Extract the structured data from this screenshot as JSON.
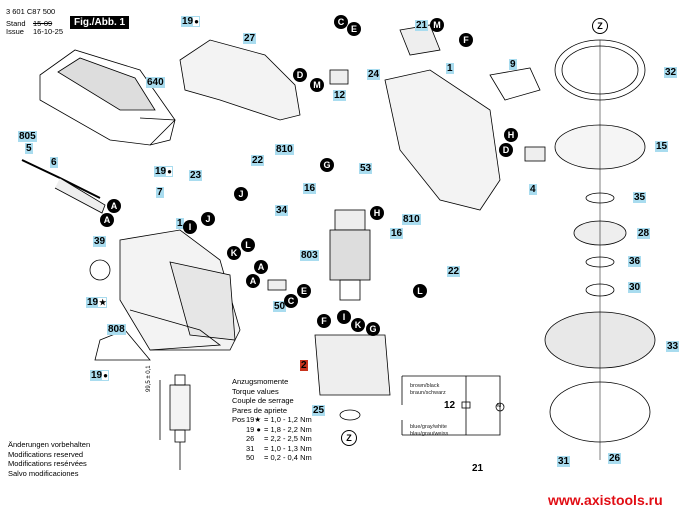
{
  "header": {
    "part_number": "3 601 C87 500",
    "stand_label": "Stand",
    "issue_label": "Issue",
    "stand_date_struck": "15-09",
    "issue_date": "16-10-25",
    "figure_label": "Fig./Abb. 1"
  },
  "part_labels": [
    {
      "id": "640",
      "text": "640"
    },
    {
      "id": "805",
      "text": "805"
    },
    {
      "id": "5",
      "text": "5"
    },
    {
      "id": "6",
      "text": "6"
    },
    {
      "id": "19-top",
      "text": "19",
      "marker": "●"
    },
    {
      "id": "27",
      "text": "27"
    },
    {
      "id": "19-mid",
      "text": "19",
      "marker": "●"
    },
    {
      "id": "7",
      "text": "7"
    },
    {
      "id": "23",
      "text": "23"
    },
    {
      "id": "810-left",
      "text": "810"
    },
    {
      "id": "22-left",
      "text": "22"
    },
    {
      "id": "16-left",
      "text": "16"
    },
    {
      "id": "34",
      "text": "34"
    },
    {
      "id": "1-left",
      "text": "1"
    },
    {
      "id": "39",
      "text": "39"
    },
    {
      "id": "19-star",
      "text": "19",
      "marker": "★"
    },
    {
      "id": "808",
      "text": "808"
    },
    {
      "id": "19-bottom",
      "text": "19",
      "marker": "●"
    },
    {
      "id": "12-top",
      "text": "12"
    },
    {
      "id": "24",
      "text": "24"
    },
    {
      "id": "21-top",
      "text": "21"
    },
    {
      "id": "1-right",
      "text": "1"
    },
    {
      "id": "9",
      "text": "9"
    },
    {
      "id": "53",
      "text": "53"
    },
    {
      "id": "803",
      "text": "803"
    },
    {
      "id": "810-right",
      "text": "810"
    },
    {
      "id": "16-right",
      "text": "16"
    },
    {
      "id": "22-right",
      "text": "22"
    },
    {
      "id": "50",
      "text": "50"
    },
    {
      "id": "2",
      "text": "2",
      "highlight": "red"
    },
    {
      "id": "25",
      "text": "25"
    },
    {
      "id": "4",
      "text": "4"
    },
    {
      "id": "32",
      "text": "32"
    },
    {
      "id": "15",
      "text": "15"
    },
    {
      "id": "35",
      "text": "35"
    },
    {
      "id": "28",
      "text": "28"
    },
    {
      "id": "36",
      "text": "36"
    },
    {
      "id": "30",
      "text": "30"
    },
    {
      "id": "33",
      "text": "33"
    },
    {
      "id": "31",
      "text": "31"
    },
    {
      "id": "26",
      "text": "26"
    }
  ],
  "connector_letters": [
    "A",
    "A",
    "A",
    "A",
    "C",
    "C",
    "D",
    "D",
    "E",
    "E",
    "F",
    "F",
    "G",
    "G",
    "H",
    "H",
    "I",
    "I",
    "J",
    "J",
    "K",
    "K",
    "L",
    "L",
    "M",
    "M"
  ],
  "reference_marks": [
    "Z",
    "Z"
  ],
  "torque_table": {
    "titles": [
      "Anzugsmomente",
      "Torque values",
      "Couple de serrage",
      "Pares de apriete"
    ],
    "pos_label": "Pos",
    "rows": [
      {
        "pos": "19★",
        "value": "= 1,0 - 1,2 Nm"
      },
      {
        "pos": "19 ●",
        "value": "= 1,8 - 2,2 Nm"
      },
      {
        "pos": "26",
        "value": "= 2,2 - 2,5 Nm"
      },
      {
        "pos": "31",
        "value": "= 1,0 - 1,3 Nm"
      },
      {
        "pos": "50",
        "value": "= 0,2 - 0,4 Nm"
      }
    ]
  },
  "armature_dimension": "99,5 ± 0,1",
  "wiring": {
    "top_wire_label_1": "brown/black",
    "top_wire_label_2": "braun/schwarz",
    "bottom_wire_label_1": "blue/gray/white",
    "bottom_wire_label_2": "blau/grau/weiss",
    "capacitor_label": "12",
    "switch_label": "21",
    "motor_symbol": "M"
  },
  "notes": [
    "Änderungen vorbehalten",
    "Modifications reserved",
    "Modifications resérvées",
    "Salvo modificaciones"
  ],
  "watermark": "www.axistools.ru",
  "colors": {
    "label_bg": "#a9dcef",
    "highlight_label_bg": "#c8331d",
    "watermark": "#e10d14"
  }
}
